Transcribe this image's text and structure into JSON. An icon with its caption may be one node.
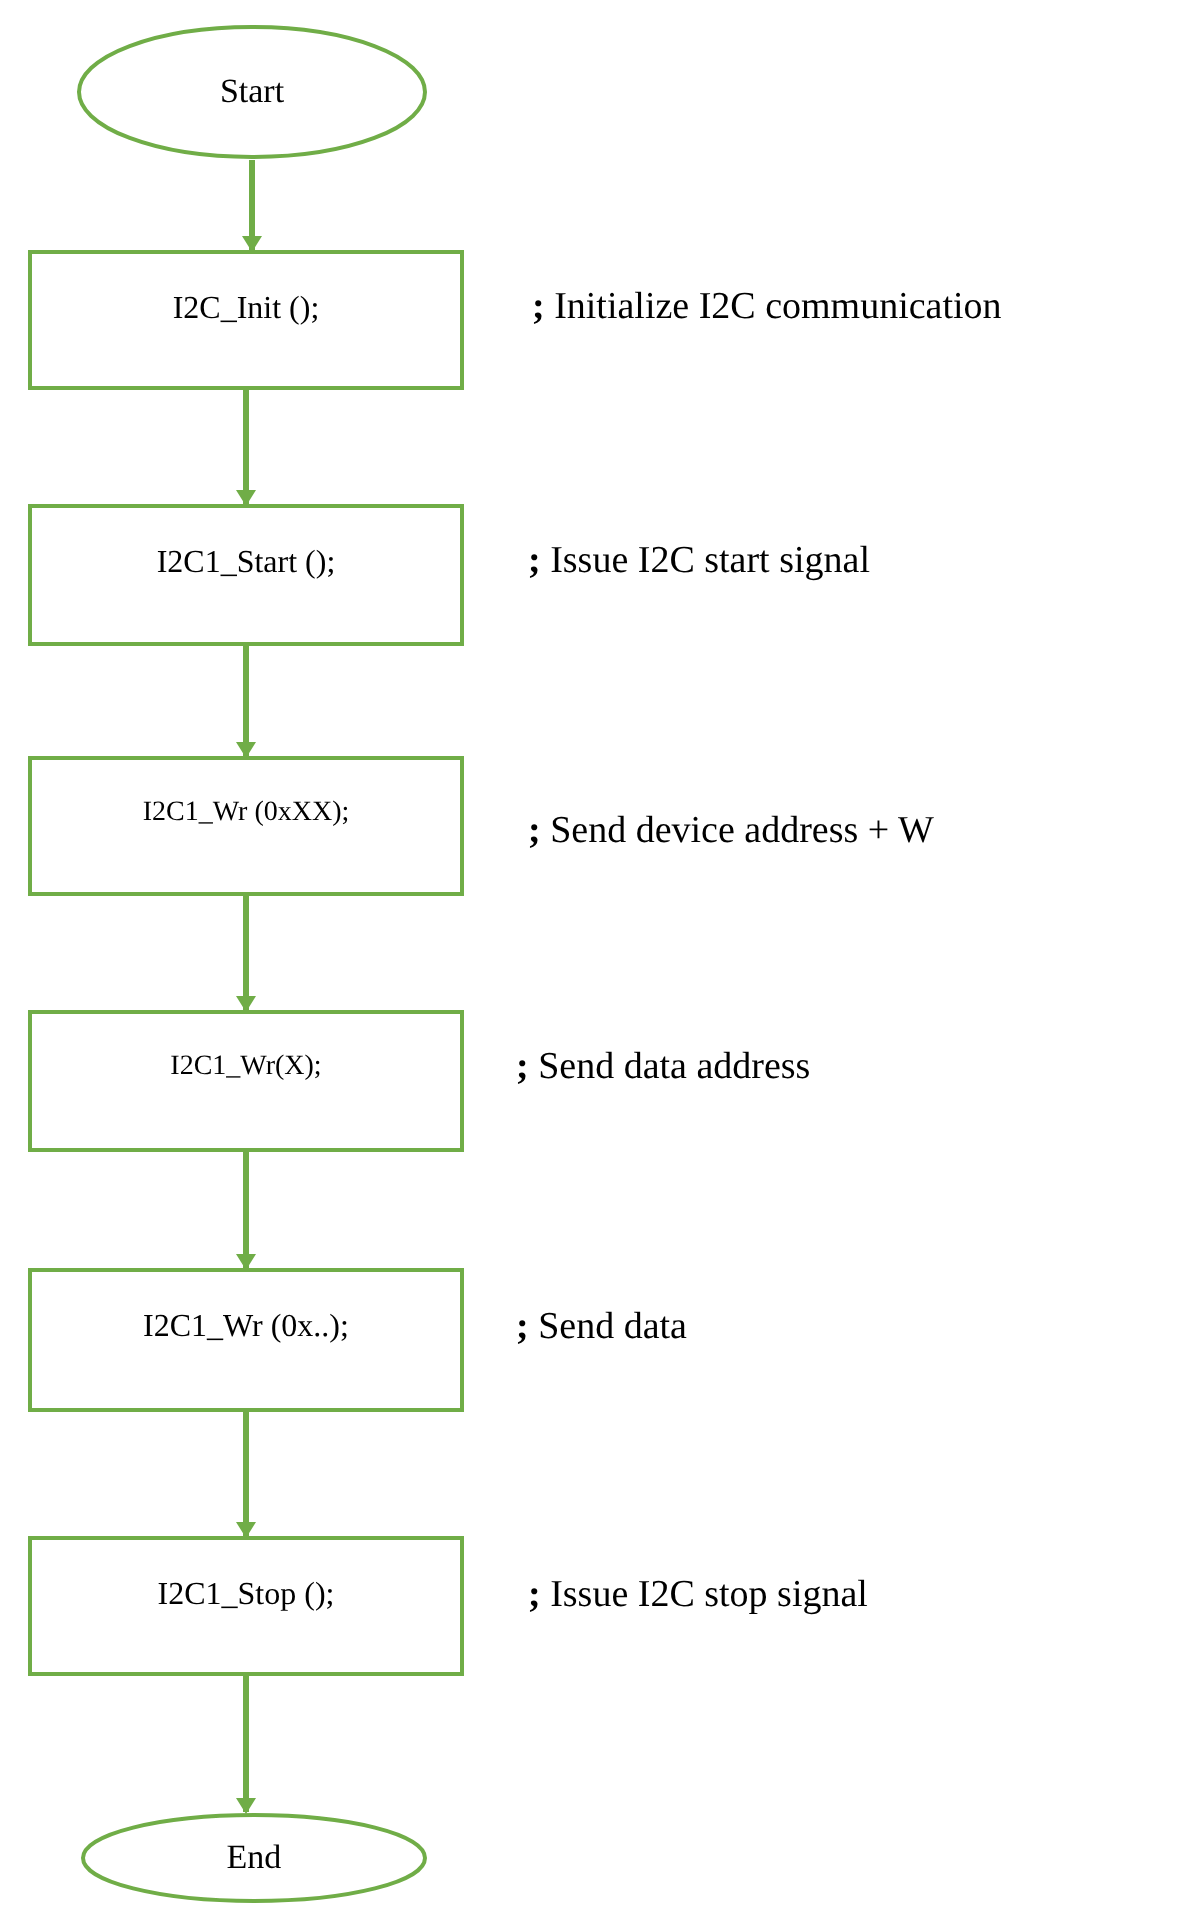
{
  "diagram": {
    "nodes": [
      {
        "text": [
          "Start"
        ]
      },
      {
        "text": [
          "I2C_Init ();"
        ],
        "beside": [
          "**;** Initialize I2C communication"
        ]
      },
      {
        "text": [
          "I2C1_Start ();"
        ],
        "beside": [
          "**;** Issue I2C start signal"
        ]
      },
      {
        "text": [
          "I2C1_Wr (0xXX);"
        ],
        "beside": [
          "**;** Send device address + W"
        ]
      },
      {
        "text": [
          "I2C1_Wr(X);"
        ],
        "beside": [
          "**;** Send data address"
        ]
      },
      {
        "text": [
          "I2C1_Wr (0x..);"
        ],
        "beside": [
          "**;** Send data"
        ]
      },
      {
        "text": [
          "I2C1_Stop ();"
        ],
        "beside": [
          "**;** Issue I2C stop signal"
        ]
      },
      {
        "text": [
          "End"
        ]
      }
    ],
    "edges": [
      {
        "from": 0,
        "to": 1,
        "arrow": "to"
      },
      {
        "from": 1,
        "to": 2,
        "arrow": "to"
      },
      {
        "from": 2,
        "to": 3,
        "arrow": "to"
      },
      {
        "from": 3,
        "to": 4,
        "arrow": "to"
      },
      {
        "from": 4,
        "to": 5,
        "arrow": "to"
      },
      {
        "from": 5,
        "to": 6,
        "arrow": "to"
      },
      {
        "from": 6,
        "to": 7,
        "arrow": "to"
      }
    ]
  }
}
